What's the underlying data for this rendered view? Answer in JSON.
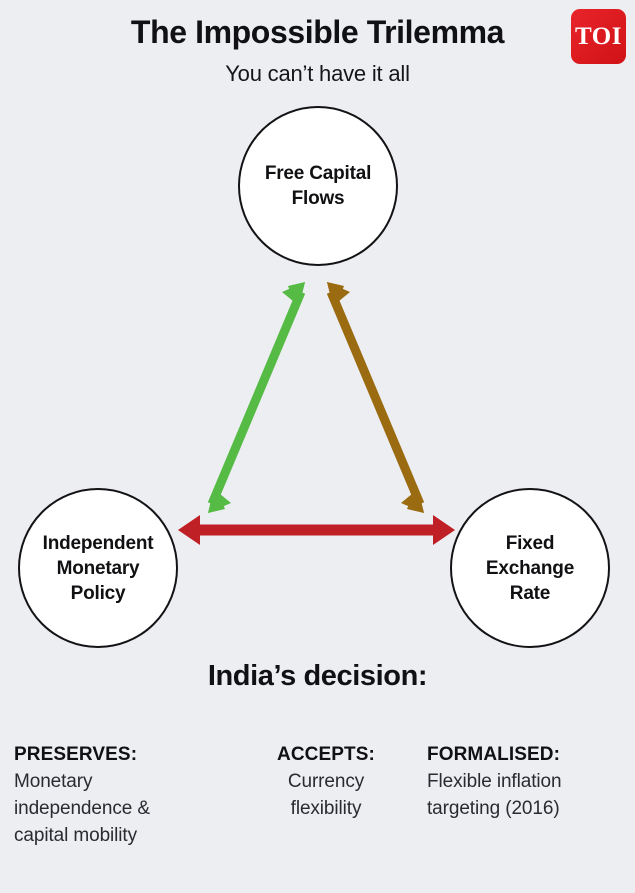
{
  "header": {
    "title": "The Impossible Trilemma",
    "subtitle": "You can’t have it all",
    "logo_text": "TOI",
    "logo_color": "#e02020"
  },
  "diagram": {
    "nodes": [
      {
        "id": "free-capital-flows",
        "label": "Free Capital\nFlows"
      },
      {
        "id": "independent-monetary-policy",
        "label": "Independent\nMonetary\nPolicy"
      },
      {
        "id": "fixed-exchange-rate",
        "label": "Fixed\nExchange\nRate"
      }
    ],
    "edges": [
      {
        "id": "edge-left",
        "from": "independent-monetary-policy",
        "to": "free-capital-flows",
        "color": "#55bb44",
        "double_headed": true
      },
      {
        "id": "edge-right",
        "from": "fixed-exchange-rate",
        "to": "free-capital-flows",
        "color": "#9a6b10",
        "double_headed": true
      },
      {
        "id": "edge-bottom",
        "from": "independent-monetary-policy",
        "to": "fixed-exchange-rate",
        "color": "#be2026",
        "double_headed": true
      }
    ]
  },
  "decision": {
    "heading": "India’s decision:",
    "columns": [
      {
        "id": "preserves",
        "title": "PRESERVES:",
        "body": "Monetary\nindependence &\ncapital mobility"
      },
      {
        "id": "accepts",
        "title": "ACCEPTS:",
        "body": "Currency\nflexibility"
      },
      {
        "id": "formalised",
        "title": "FORMALISED:",
        "body": "Flexible inflation\ntargeting (2016)"
      }
    ]
  },
  "colors": {
    "background": "#edeef2",
    "text": "#111114",
    "green": "#55bb44",
    "brown": "#9a6b10",
    "red": "#be2026"
  }
}
